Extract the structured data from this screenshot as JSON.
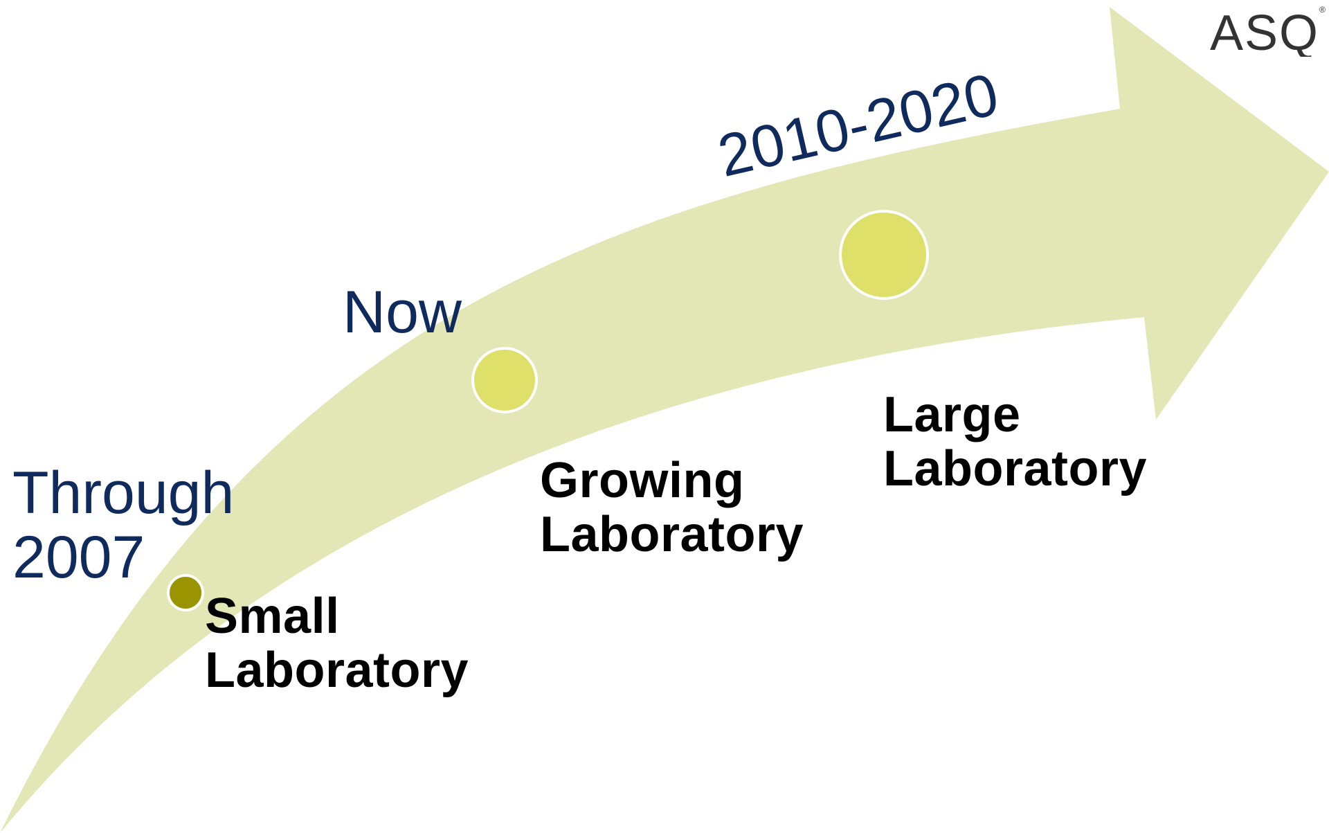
{
  "logo": {
    "text": "ASQ",
    "mark": "®"
  },
  "colors": {
    "arrow_fill": "#e3e6b5",
    "small_dot": "#999400",
    "medium_dot": "#dfe06a",
    "large_dot": "#dfe06a",
    "dot_stroke": "#ffffff",
    "era_text": "#0f2a5c",
    "stage_text": "#000000"
  },
  "timeline": [
    {
      "era": "Through\n2007",
      "stage": "Small\nLaboratory"
    },
    {
      "era": "Now",
      "stage": "Growing\nLaboratory"
    },
    {
      "era": "2010-2020",
      "stage": "Large\nLaboratory"
    }
  ]
}
